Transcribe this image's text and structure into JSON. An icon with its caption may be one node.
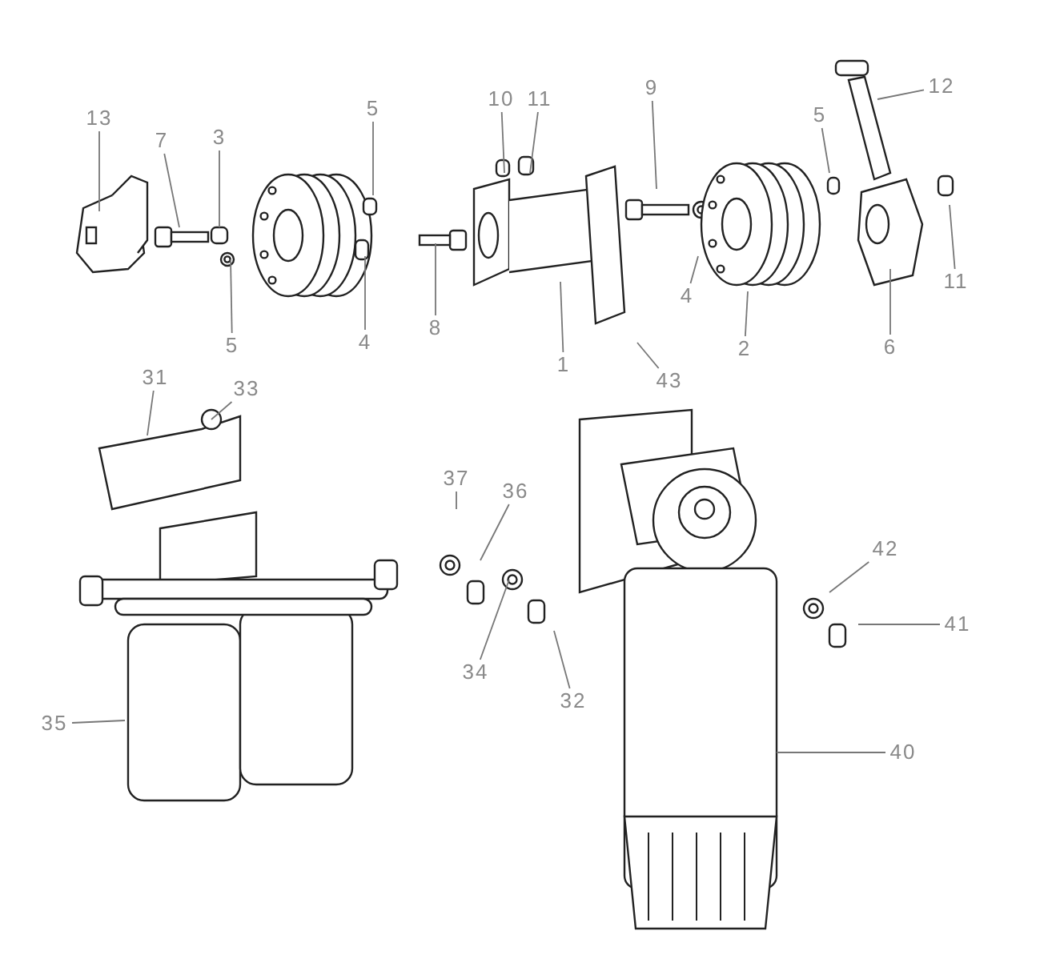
{
  "diagram": {
    "nodes": [
      {
        "text": [
          "13"
        ]
      },
      {
        "text": [
          "7"
        ]
      },
      {
        "text": [
          "3"
        ]
      },
      {
        "text": [
          "5"
        ]
      },
      {
        "text": [
          "10"
        ]
      },
      {
        "text": [
          "11"
        ]
      },
      {
        "text": [
          "9"
        ]
      },
      {
        "text": [
          "5"
        ]
      },
      {
        "text": [
          "12"
        ]
      },
      {
        "text": [
          "5"
        ]
      },
      {
        "text": [
          "4"
        ]
      },
      {
        "text": [
          "8"
        ]
      },
      {
        "text": [
          "1"
        ]
      },
      {
        "text": [
          "43"
        ]
      },
      {
        "text": [
          "4"
        ]
      },
      {
        "text": [
          "2"
        ]
      },
      {
        "text": [
          "6"
        ]
      },
      {
        "text": [
          "11"
        ]
      },
      {
        "text": [
          "31"
        ]
      },
      {
        "text": [
          "33"
        ]
      },
      {
        "text": [
          "37"
        ]
      },
      {
        "text": [
          "36"
        ]
      },
      {
        "text": [
          "42"
        ]
      },
      {
        "text": [
          "41"
        ]
      },
      {
        "text": [
          "34"
        ]
      },
      {
        "text": [
          "32"
        ]
      },
      {
        "text": [
          "35"
        ]
      },
      {
        "text": [
          "40"
        ]
      }
    ],
    "edges": [
      {
        "from": 0,
        "to": null,
        "arrow": "none"
      },
      {
        "from": 1,
        "to": null,
        "arrow": "none"
      },
      {
        "from": 2,
        "to": null,
        "arrow": "none"
      },
      {
        "from": 3,
        "to": null,
        "arrow": "none"
      },
      {
        "from": 4,
        "to": null,
        "arrow": "none"
      },
      {
        "from": 5,
        "to": null,
        "arrow": "none"
      },
      {
        "from": 6,
        "to": null,
        "arrow": "none"
      },
      {
        "from": 7,
        "to": null,
        "arrow": "none"
      },
      {
        "from": 8,
        "to": null,
        "arrow": "none"
      },
      {
        "from": 9,
        "to": null,
        "arrow": "none"
      },
      {
        "from": 10,
        "to": null,
        "arrow": "none"
      },
      {
        "from": 11,
        "to": null,
        "arrow": "none"
      },
      {
        "from": 12,
        "to": null,
        "arrow": "none"
      },
      {
        "from": 13,
        "to": null,
        "arrow": "none"
      },
      {
        "from": 14,
        "to": null,
        "arrow": "none"
      },
      {
        "from": 15,
        "to": null,
        "arrow": "none"
      },
      {
        "from": 16,
        "to": null,
        "arrow": "none"
      },
      {
        "from": 17,
        "to": null,
        "arrow": "none"
      },
      {
        "from": 18,
        "to": null,
        "arrow": "none"
      },
      {
        "from": 19,
        "to": null,
        "arrow": "none"
      },
      {
        "from": 20,
        "to": null,
        "arrow": "none"
      },
      {
        "from": 21,
        "to": null,
        "arrow": "none"
      },
      {
        "from": 22,
        "to": null,
        "arrow": "none"
      },
      {
        "from": 23,
        "to": null,
        "arrow": "none"
      },
      {
        "from": 24,
        "to": null,
        "arrow": "none"
      },
      {
        "from": 25,
        "to": null,
        "arrow": "none"
      },
      {
        "from": 26,
        "to": null,
        "arrow": "none"
      },
      {
        "from": 27,
        "to": null,
        "arrow": "none"
      }
    ]
  }
}
